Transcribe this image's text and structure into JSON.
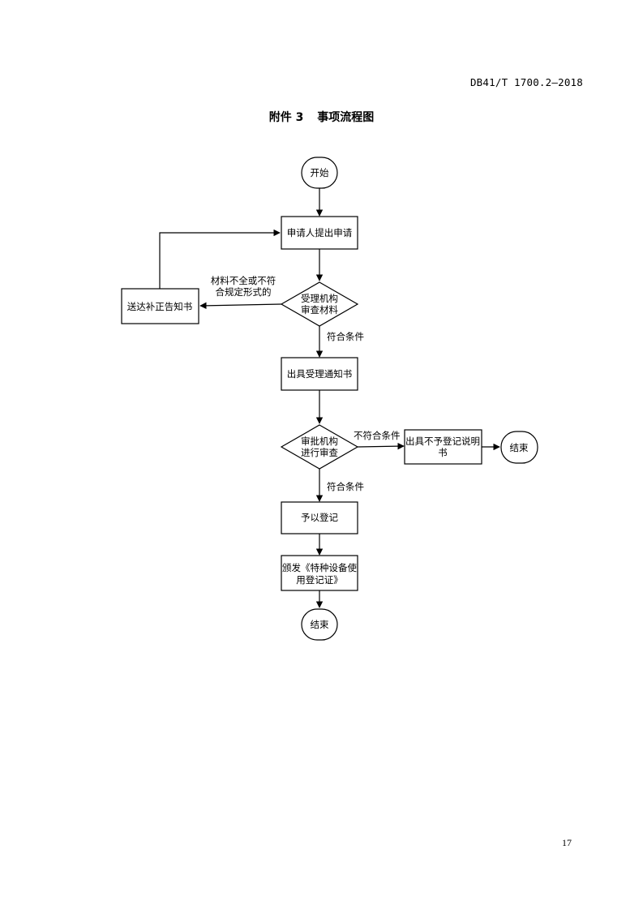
{
  "header": {
    "doc_code": "DB41/T 1700.2—2018"
  },
  "title": {
    "prefix": "附件 3",
    "text": "事项流程图"
  },
  "flow": {
    "start": "开始",
    "submit": "申请人提出申请",
    "review_materials": [
      "受理机构",
      "审查材料"
    ],
    "correction_notice": "送达补正告知书",
    "incomplete_label": [
      "材料不全或不符",
      "合规定形式的"
    ],
    "qualified_label_1": "符合条件",
    "acceptance_notice": "出具受理通知书",
    "approval_review": [
      "审批机构",
      "进行审查"
    ],
    "not_qualified_label": "不符合条件",
    "rejection_notice": [
      "出具不予登记说明",
      "书"
    ],
    "end_right": "结束",
    "qualified_label_2": "符合条件",
    "grant": "予以登记",
    "issue_certificate": [
      "颁发《特种设备使",
      "用登记证》"
    ],
    "end_bottom": "结束"
  },
  "footer": {
    "page_number": "17"
  }
}
